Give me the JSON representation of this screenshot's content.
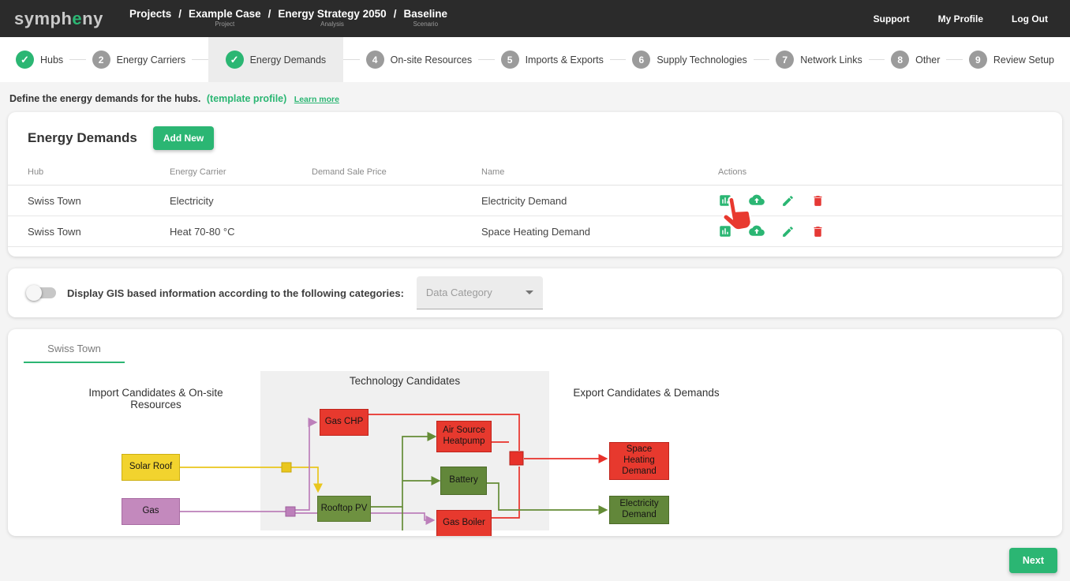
{
  "topbar": {
    "logo_parts": [
      "symph",
      "e",
      "ny"
    ],
    "breadcrumb": [
      {
        "label": "Projects",
        "sub": ""
      },
      {
        "label": "Example Case",
        "sub": "Project"
      },
      {
        "label": "Energy Strategy 2050",
        "sub": "Analysis"
      },
      {
        "label": "Baseline",
        "sub": "Scenario"
      }
    ],
    "actions": [
      "Support",
      "My Profile",
      "Log Out"
    ]
  },
  "stepper": [
    {
      "num": "1",
      "label": "Hubs",
      "state": "done"
    },
    {
      "num": "2",
      "label": "Energy Carriers",
      "state": "todo"
    },
    {
      "num": "3",
      "label": "Energy Demands",
      "state": "done",
      "active": true
    },
    {
      "num": "4",
      "label": "On-site Resources",
      "state": "todo"
    },
    {
      "num": "5",
      "label": "Imports & Exports",
      "state": "todo"
    },
    {
      "num": "6",
      "label": "Supply Technologies",
      "state": "todo"
    },
    {
      "num": "7",
      "label": "Network Links",
      "state": "todo"
    },
    {
      "num": "8",
      "label": "Other",
      "state": "todo"
    },
    {
      "num": "9",
      "label": "Review Setup",
      "state": "todo"
    }
  ],
  "intro": {
    "text": "Define the energy demands for the hubs.",
    "template_link": "(template profile)",
    "learn_more": "Learn more"
  },
  "demands_card": {
    "title": "Energy Demands",
    "add_button": "Add New",
    "columns": [
      "Hub",
      "Energy Carrier",
      "Demand Sale Price",
      "Name",
      "Actions"
    ],
    "rows": [
      {
        "hub": "Swiss Town",
        "carrier": "Electricity",
        "price": "",
        "name": "Electricity Demand"
      },
      {
        "hub": "Swiss Town",
        "carrier": "Heat 70-80 °C",
        "price": "",
        "name": "Space Heating Demand"
      }
    ]
  },
  "gis_card": {
    "toggle_state": "off",
    "label": "Display GIS based information according to the following categories:",
    "dropdown_placeholder": "Data Category"
  },
  "diagram_card": {
    "tab": "Swiss Town",
    "left_heading": "Import Candidates & On-site Resources",
    "center_heading": "Technology Candidates",
    "right_heading": "Export Candidates & Demands",
    "nodes": {
      "solar_roof": "Solar Roof",
      "gas": "Gas",
      "gas_chp": "Gas CHP",
      "air_source_heatpump": "Air Source Heatpump",
      "battery": "Battery",
      "rooftop_pv": "Rooftop PV",
      "gas_boiler": "Gas Boiler",
      "space_heating_demand": "Space Heating Demand",
      "electricity_demand": "Electricity Demand"
    },
    "links": [
      {
        "from": "Solar Roof",
        "to": "Rooftop PV",
        "color": "#e9c61d"
      },
      {
        "from": "Gas",
        "to": "Gas CHP",
        "color": "#bc7fba"
      },
      {
        "from": "Gas",
        "to": "Gas Boiler",
        "color": "#bc7fba"
      },
      {
        "from": "Gas CHP",
        "to": "Space Heating Demand",
        "color": "#e8312a"
      },
      {
        "from": "Air Source Heatpump",
        "to": "Space Heating Demand",
        "color": "#e8312a"
      },
      {
        "from": "Gas Boiler",
        "to": "Space Heating Demand",
        "color": "#e8312a"
      },
      {
        "from": "Rooftop PV",
        "to": "Air Source Heatpump",
        "color": "#648c36"
      },
      {
        "from": "Rooftop PV",
        "to": "Battery",
        "color": "#648c36"
      },
      {
        "from": "Battery",
        "to": "Electricity Demand",
        "color": "#648c36"
      }
    ]
  },
  "footer": {
    "next_button": "Next"
  },
  "colors": {
    "accent_green": "#2bb673",
    "danger_red": "#e53935",
    "diagram_red": "#e8312a",
    "topbar_bg": "#2b2b2b"
  }
}
